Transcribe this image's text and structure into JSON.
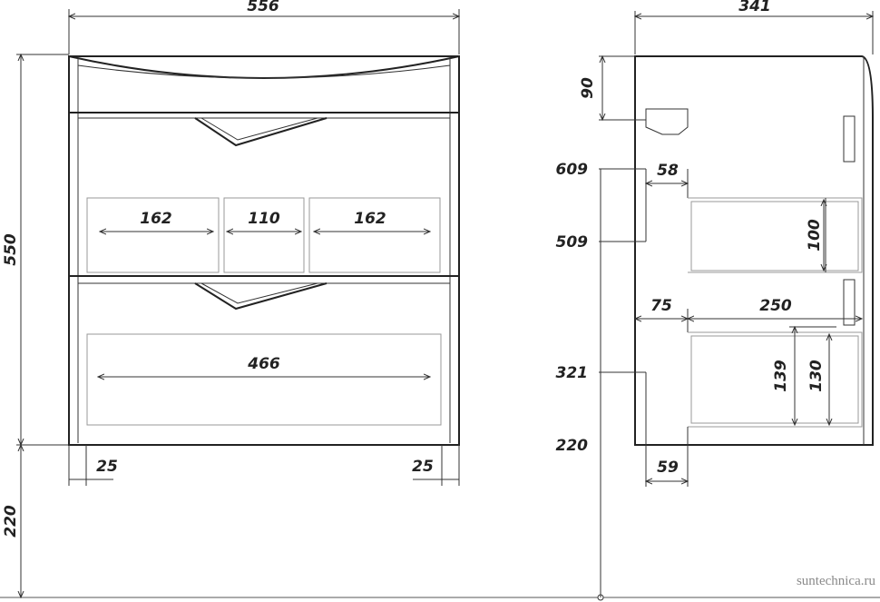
{
  "front": {
    "width": "556",
    "height": "550",
    "floor_height": "220",
    "drawer_top": {
      "left": "162",
      "middle": "110",
      "right": "162"
    },
    "drawer_bottom": "466",
    "leg_left": "25",
    "leg_right": "25"
  },
  "side": {
    "depth": "341",
    "top_offset": "90",
    "levels": [
      "609",
      "509",
      "321",
      "220"
    ],
    "notch_depth": "58",
    "drawer_top_height": "100",
    "front_offset": "75",
    "drawer_depth": "250",
    "drawer_bottom_height_outer": "139",
    "drawer_bottom_height_inner": "130",
    "base_offset": "59"
  },
  "watermark": "suntechnica.ru"
}
